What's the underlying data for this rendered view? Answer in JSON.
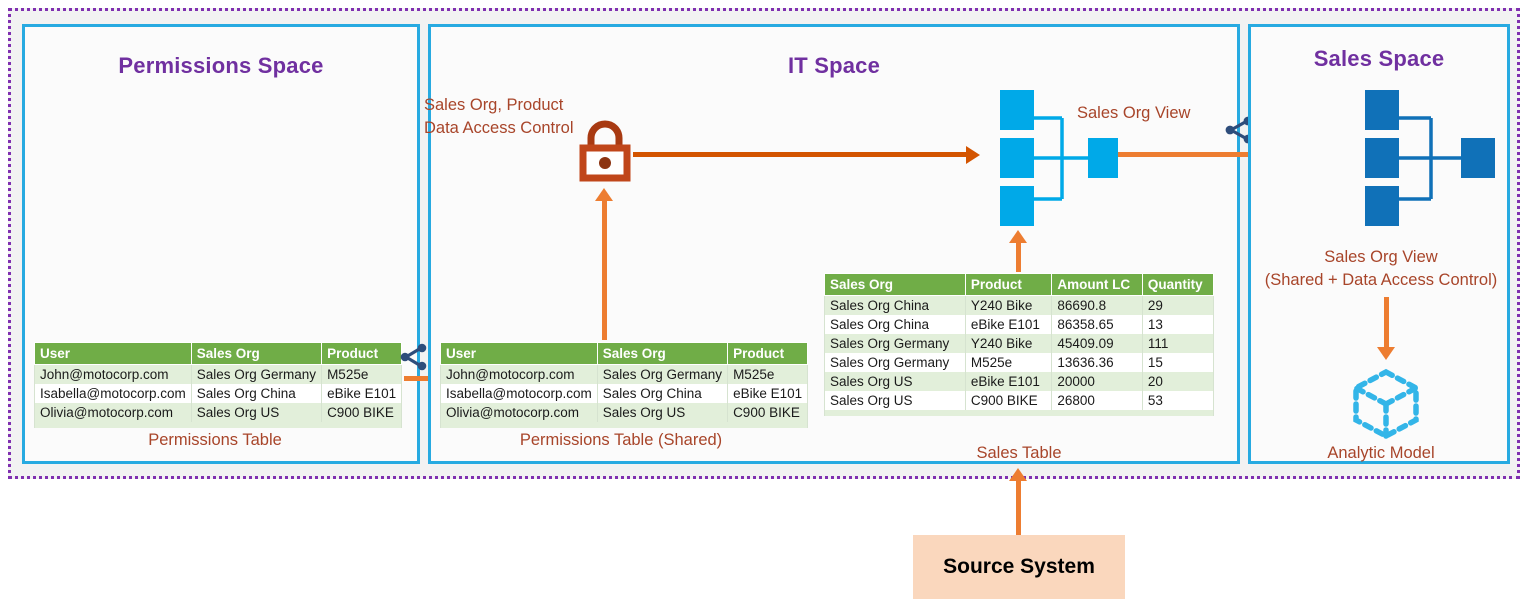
{
  "spaces": {
    "permissions": {
      "title": "Permissions Space"
    },
    "it": {
      "title": "IT Space"
    },
    "sales": {
      "title": "Sales Space"
    }
  },
  "labels": {
    "dac_line1": "Sales Org, Product",
    "dac_line2": "Data Access Control",
    "permissions_table": "Permissions Table",
    "permissions_table_shared": "Permissions Table (Shared)",
    "sales_org_view": "Sales Org View",
    "sales_table": "Sales Table",
    "sales_org_view_shared_line1": "Sales Org View",
    "sales_org_view_shared_line2": "(Shared + Data Access Control)",
    "analytic_model": "Analytic Model",
    "source_system": "Source System"
  },
  "icons": {
    "lock": "lock-icon",
    "share_permissions": "share-icon",
    "share_sales": "share-icon",
    "view_it": "view-graph-icon",
    "view_sales": "view-graph-icon",
    "cube": "analytic-model-cube-icon"
  },
  "colors": {
    "space_border": "#27aae1",
    "space_title": "#7030a0",
    "outer_border": "#7f2fb0",
    "label": "#a8452a",
    "arrow": "#ed7d31",
    "lock": "#c0461a",
    "table_header": "#70ad47",
    "table_row_alt": "#e2efda",
    "share": "#2e4d7b",
    "view_light": "#00a9e8",
    "view_dark": "#1071b8",
    "cube": "#33b5e8",
    "source_bg": "#fad7bd"
  },
  "permissions_table": {
    "columns": [
      "User",
      "Sales Org",
      "Product"
    ],
    "rows": [
      [
        "John@motocorp.com",
        "Sales Org Germany",
        "M525e"
      ],
      [
        "Isabella@motocorp.com",
        "Sales Org China",
        "eBike E101"
      ],
      [
        "Olivia@motocorp.com",
        "Sales Org US",
        "C900 BIKE"
      ]
    ]
  },
  "sales_table": {
    "columns": [
      "Sales Org",
      "Product",
      "Amount LC",
      "Quantity"
    ],
    "rows": [
      [
        "Sales Org China",
        "Y240 Bike",
        "86690.8",
        "29"
      ],
      [
        "Sales Org China",
        "eBike E101",
        "86358.65",
        "13"
      ],
      [
        "Sales Org Germany",
        "Y240 Bike",
        "45409.09",
        "111"
      ],
      [
        "Sales Org Germany",
        "M525e",
        "13636.36",
        "15"
      ],
      [
        "Sales Org US",
        "eBike E101",
        "20000",
        "20"
      ],
      [
        "Sales Org US",
        "C900 BIKE",
        "26800",
        "53"
      ]
    ]
  }
}
